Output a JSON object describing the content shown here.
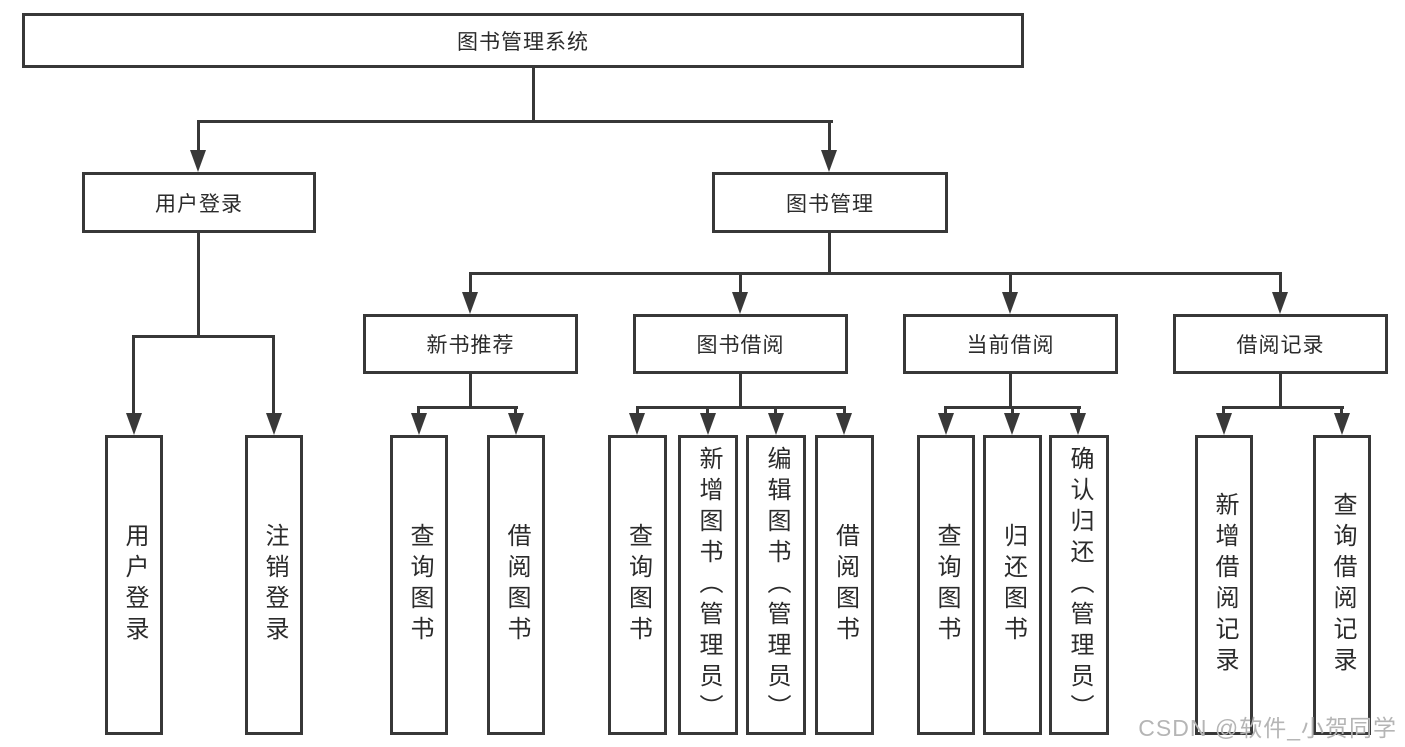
{
  "tree": {
    "label": "图书管理系统",
    "children": [
      {
        "label": "用户登录",
        "children": [
          {
            "label": "用户登录"
          },
          {
            "label": "注销登录"
          }
        ]
      },
      {
        "label": "图书管理",
        "children": [
          {
            "label": "新书推荐",
            "children": [
              {
                "label": "查询图书"
              },
              {
                "label": "借阅图书"
              }
            ]
          },
          {
            "label": "图书借阅",
            "children": [
              {
                "label": "查询图书"
              },
              {
                "label": "新增图书（管理员）"
              },
              {
                "label": "编辑图书（管理员）"
              },
              {
                "label": "借阅图书"
              }
            ]
          },
          {
            "label": "当前借阅",
            "children": [
              {
                "label": "查询图书"
              },
              {
                "label": "归还图书"
              },
              {
                "label": "确认归还（管理员）"
              }
            ]
          },
          {
            "label": "借阅记录",
            "children": [
              {
                "label": "新增借阅记录"
              },
              {
                "label": "查询借阅记录"
              }
            ]
          }
        ]
      }
    ]
  },
  "watermark": {
    "text": "CSDN @软件_小贺同学"
  },
  "colors": {
    "line": "#383838",
    "text": "#2b2b2b",
    "watermark": "#b5b5b5",
    "bg": "#ffffff"
  }
}
